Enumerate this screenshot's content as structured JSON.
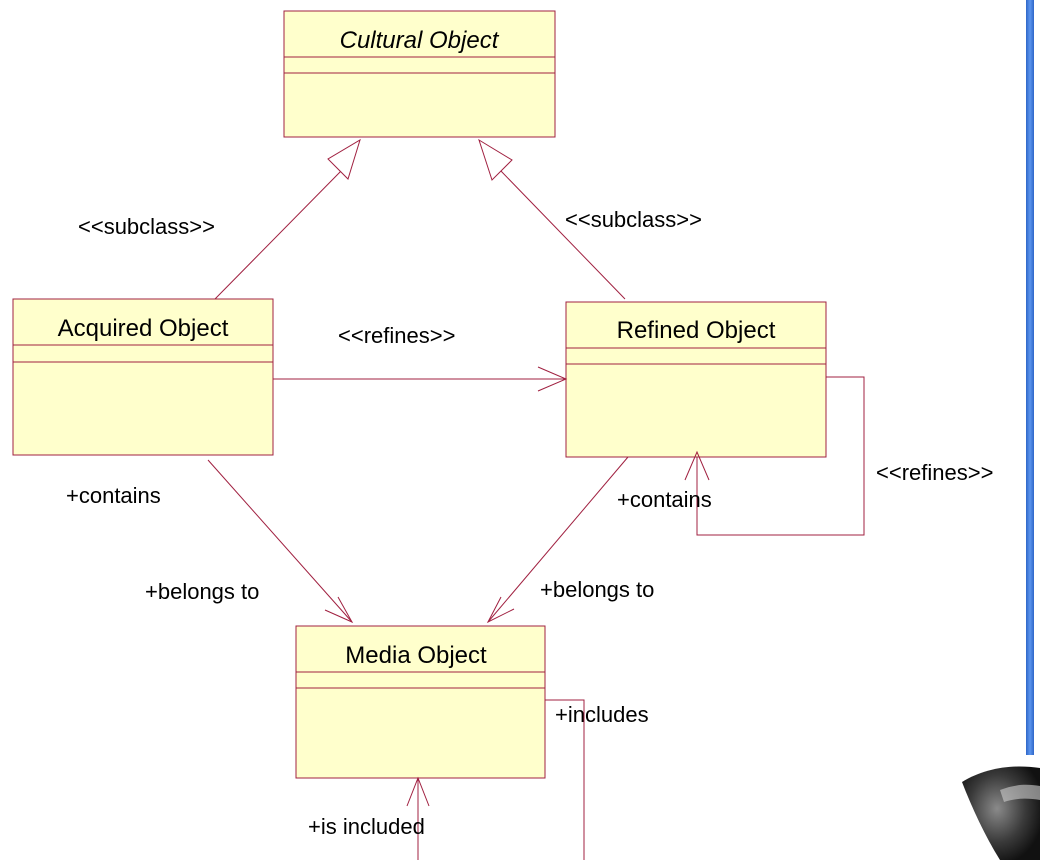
{
  "diagram": {
    "classes": {
      "cultural_object": "Cultural Object",
      "acquired_object": "Acquired Object",
      "refined_object": "Refined Object",
      "media_object": "Media Object"
    },
    "labels": {
      "subclass_left": "<<subclass>>",
      "subclass_right": "<<subclass>>",
      "refines_middle": "<<refines>>",
      "refines_self": "<<refines>>",
      "contains_left": "+contains",
      "contains_right": "+contains",
      "belongs_to_left": "+belongs to",
      "belongs_to_right": "+belongs to",
      "includes": "+includes",
      "is_included": "+is included"
    },
    "colors": {
      "class_fill": "#ffffcc",
      "line": "#a02040",
      "right_border": "#3a78d8"
    }
  }
}
